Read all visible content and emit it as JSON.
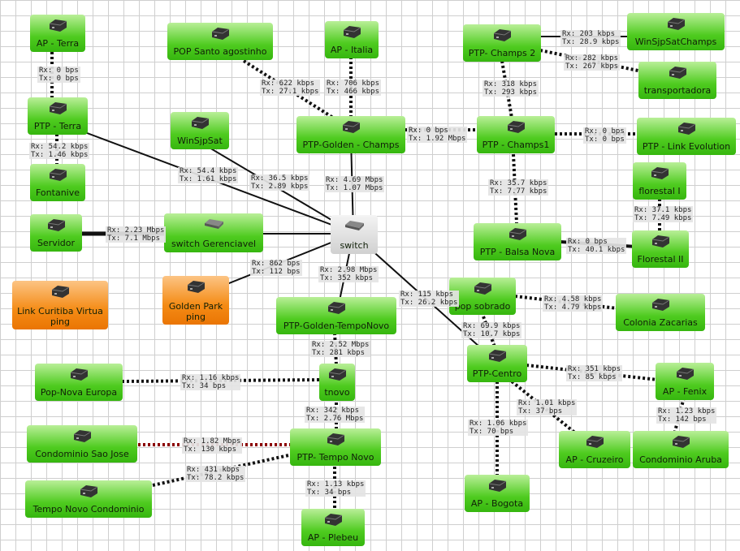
{
  "colors": {
    "online": "#4ecb1f",
    "offline": "#f48b15",
    "link": "#111111",
    "dotted": "#111111",
    "red_dotted": "#8b0000"
  },
  "nodes": {
    "ap_terra": {
      "label": "AP - Terra",
      "icon": "router-icon"
    },
    "ptp_terra": {
      "label": "PTP - Terra",
      "icon": "router-icon"
    },
    "fontanive": {
      "label": "Fontanive",
      "icon": "router-icon"
    },
    "servidor": {
      "label": "Servidor",
      "icon": "router-icon"
    },
    "link_curitiba": {
      "label": "Link Curitiba Virtua",
      "label2": "ping",
      "icon": "router-icon"
    },
    "pop_santo": {
      "label": "POP Santo agostinho",
      "icon": "router-icon"
    },
    "winsjpsat": {
      "label": "WinSjpSat",
      "icon": "router-icon"
    },
    "switch_gerenciavel": {
      "label": "switch Gerenciavel",
      "icon": "switch-icon"
    },
    "golden_park": {
      "label": "Golden Park",
      "label2": "ping",
      "icon": "router-icon"
    },
    "ap_italia": {
      "label": "AP - Italia",
      "icon": "router-icon"
    },
    "ptp_golden_champs": {
      "label": "PTP-Golden - Champs",
      "icon": "router-icon"
    },
    "switch": {
      "label": "switch",
      "icon": "switch-icon"
    },
    "ptp_golden_temponovo": {
      "label": "PTP-Golden-TempoNovo",
      "icon": "router-icon"
    },
    "pop_nova_europa": {
      "label": "Pop-Nova Europa",
      "icon": "router-icon"
    },
    "tnovo": {
      "label": "tnovo",
      "icon": "router-icon"
    },
    "condominio_sao_jose": {
      "label": "Condominio Sao Jose",
      "icon": "router-icon"
    },
    "ptp_tempo_novo": {
      "label": "PTP- Tempo Novo",
      "icon": "router-icon"
    },
    "tempo_novo_condominio": {
      "label": "Tempo Novo Condominio",
      "icon": "router-icon"
    },
    "ap_plebeu": {
      "label": "AP - Plebeu",
      "icon": "router-icon"
    },
    "ptp_champs2": {
      "label": "PTP- Champs 2",
      "icon": "router-icon"
    },
    "winsjpsatchamps": {
      "label": "WinSjpSatChamps",
      "icon": "router-icon"
    },
    "transportadora": {
      "label": "transportadora",
      "icon": "router-icon"
    },
    "ptp_champs1": {
      "label": "PTP - Champs1",
      "icon": "router-icon"
    },
    "ptp_link_evolution": {
      "label": "PTP - Link Evolution",
      "icon": "router-icon"
    },
    "florestal_i": {
      "label": "florestal I",
      "icon": "router-icon"
    },
    "ptp_balsa_nova": {
      "label": "PTP - Balsa Nova",
      "icon": "router-icon"
    },
    "florestal_ii": {
      "label": "Florestal II",
      "icon": "router-icon"
    },
    "pop_sobrado": {
      "label": "pop sobrado",
      "icon": "router-icon"
    },
    "colonia_zacarias": {
      "label": "Colonia Zacarias",
      "icon": "router-icon"
    },
    "ptp_centro": {
      "label": "PTP-Centro",
      "icon": "router-icon"
    },
    "ap_fenix": {
      "label": "AP - Fenix",
      "icon": "router-icon"
    },
    "ap_cruzeiro": {
      "label": "AP - Cruzeiro",
      "icon": "router-icon"
    },
    "condominio_aruba": {
      "label": "Condominio Aruba",
      "icon": "router-icon"
    },
    "ap_bogota": {
      "label": "AP - Bogota",
      "icon": "router-icon"
    }
  },
  "stats": {
    "terra": {
      "rx": "Rx: 0 bps",
      "tx": "Tx: 0 bps"
    },
    "fontanive": {
      "rx": "Rx: 54.2 kbps",
      "tx": "Tx: 1.46 kbps"
    },
    "ptpterra_switch": {
      "rx": "Rx: 54.4 kbps",
      "tx": "Tx: 1.61 kbps"
    },
    "winsjpsat": {
      "rx": "Rx: 36.5 kbps",
      "tx": "Tx: 2.89 kbps"
    },
    "servidor": {
      "rx": "Rx: 2.23 Mbps",
      "tx": "Tx: 7.1 Mbps"
    },
    "golden_park": {
      "rx": "Rx: 862 bps",
      "tx": "Tx: 112 bps"
    },
    "pop_santo": {
      "rx": "Rx: 622 kbps",
      "tx": "Tx: 27.1 kbps"
    },
    "ap_italia": {
      "rx": "Rx: 706 kbps",
      "tx": "Tx: 466 kbps"
    },
    "golden_champs_switch": {
      "rx": "Rx: 4.69 Mbps",
      "tx": "Tx: 1.07 Mbps"
    },
    "golden_champs1": {
      "rx": "Rx: 0 bps",
      "tx": "Tx: 1.92 Mbps"
    },
    "switch_temponovo": {
      "rx": "Rx: 2.98 Mbps",
      "tx": "Tx: 352 kbps"
    },
    "switch_centro": {
      "rx": "Rx: 115 kbps",
      "tx": "Tx: 26.2 kbps"
    },
    "temponovo_tnovo": {
      "rx": "Rx: 2.52 Mbps",
      "tx": "Tx: 281 kbps"
    },
    "nova_europa": {
      "rx": "Rx: 1.16 kbps",
      "tx": "Tx: 34 bps"
    },
    "tnovo_ptp": {
      "rx": "Rx: 342 kbps",
      "tx": "Tx: 2.76 Mbps"
    },
    "sao_jose": {
      "rx": "Rx: 1.82 Mbps",
      "tx": "Tx: 130 kbps"
    },
    "tempo_novo_cond": {
      "rx": "Rx: 431 kbps",
      "tx": "Tx: 78.2 kbps"
    },
    "plebeu": {
      "rx": "Rx: 1.13 kbps",
      "tx": "Tx: 34 bps"
    },
    "winsjpsatchamps": {
      "rx": "Rx: 203 kbps",
      "tx": "Tx: 28.9 kbps"
    },
    "transportadora": {
      "rx": "Rx: 282 kbps",
      "tx": "Tx: 267 kbps"
    },
    "champs2_champs1": {
      "rx": "Rx: 318 kbps",
      "tx": "Tx: 293 kbps"
    },
    "link_evolution": {
      "rx": "Rx: 0 bps",
      "tx": "Tx: 0 bps"
    },
    "balsa_nova": {
      "rx": "Rx: 35.7 kbps",
      "tx": "Tx: 7.77 kbps"
    },
    "florestal": {
      "rx": "Rx: 37.1 kbps",
      "tx": "Tx: 7.49 kbps"
    },
    "balsa_florestal": {
      "rx": "Rx: 0 bps",
      "tx": "Tx: 40.1 kbps"
    },
    "colonia": {
      "rx": "Rx: 4.58 kbps",
      "tx": "Tx: 4.79 kbps"
    },
    "sobrado_centro": {
      "rx": "Rx: 69.9 kbps",
      "tx": "Tx: 10.7 kbps"
    },
    "fenix": {
      "rx": "Rx: 351 kbps",
      "tx": "Tx: 85 kbps"
    },
    "aruba": {
      "rx": "Rx: 1.23 kbps",
      "tx": "Tx: 142 bps"
    },
    "cruzeiro": {
      "rx": "Rx: 1.01 kbps",
      "tx": "Tx: 37 bps"
    },
    "bogota": {
      "rx": "Rx: 1.06 kbps",
      "tx": "Tx: 70 bps"
    }
  }
}
